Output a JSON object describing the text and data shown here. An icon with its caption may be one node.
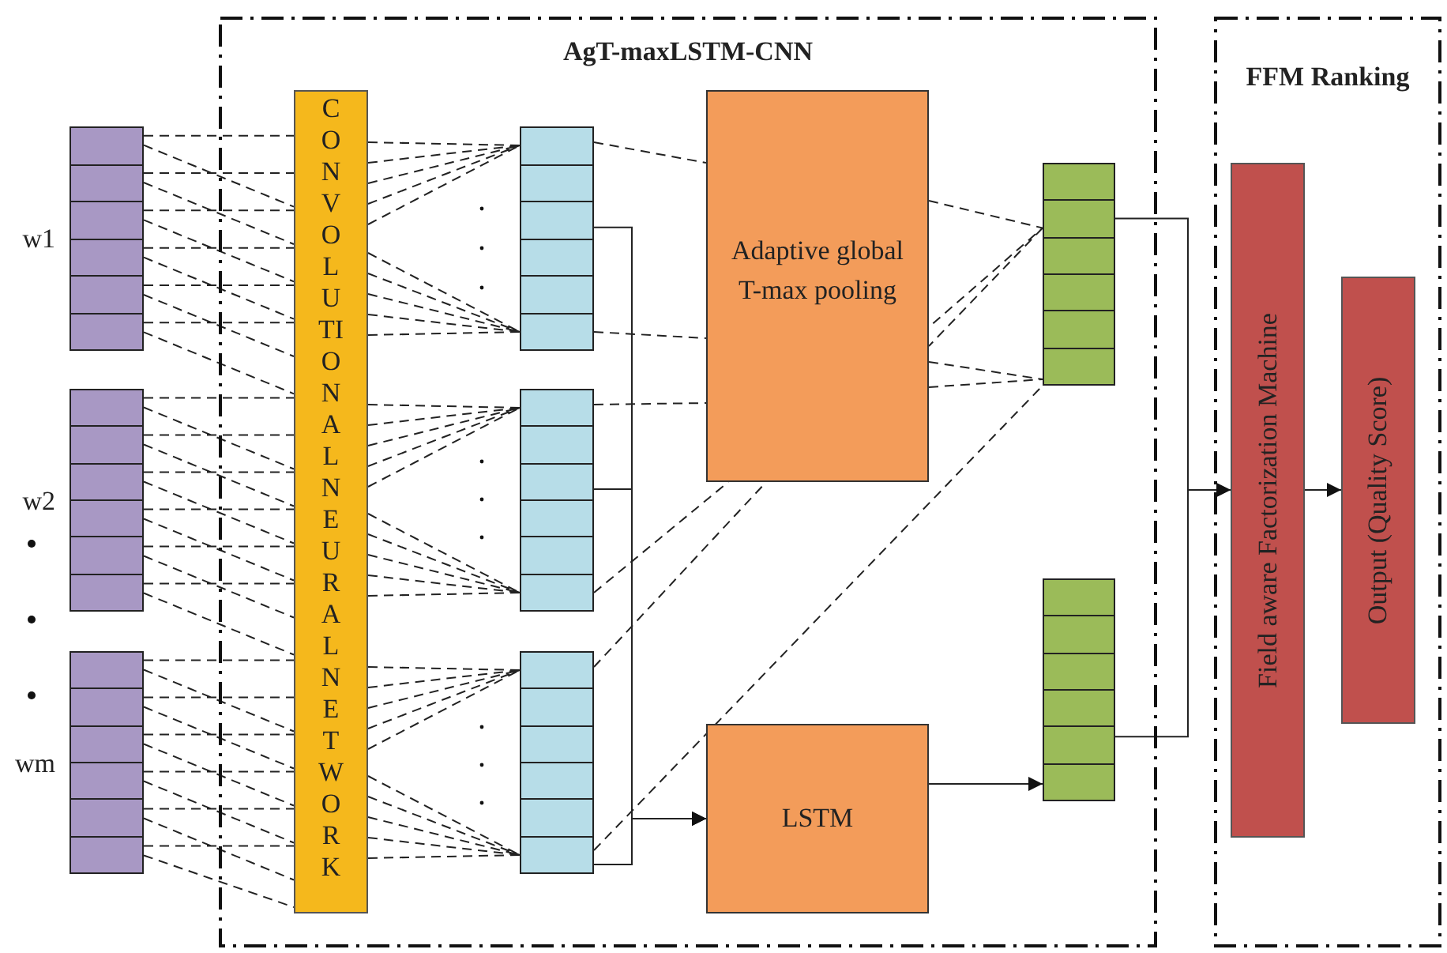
{
  "diagram": {
    "nodes": [
      {
        "text": [
          "AgT-maxLSTM-CNN"
        ]
      },
      {
        "text": [
          "FFM Ranking"
        ]
      },
      {
        "text": [],
        "shape": "box",
        "beside": [
          "w1"
        ]
      },
      {
        "text": [],
        "shape": "box",
        "beside": [
          "w2"
        ]
      },
      {
        "text": [],
        "shape": "box",
        "beside": [
          "wm"
        ]
      },
      {
        "text": [
          "CONVOLUTIONALNEURALNETWORK"
        ],
        "in": 0
      },
      {
        "text": [],
        "shape": "box",
        "in": 0
      },
      {
        "text": [],
        "shape": "box",
        "in": 0
      },
      {
        "text": [],
        "shape": "box",
        "in": 0
      },
      {
        "text": [
          "Adaptive global T-max pooling"
        ],
        "in": 0
      },
      {
        "text": [
          "LSTM"
        ],
        "in": 0
      },
      {
        "text": [],
        "shape": "box",
        "in": 0
      },
      {
        "text": [],
        "shape": "box",
        "in": 0
      },
      {
        "text": [
          "Field aware Factorization Machine"
        ],
        "in": 1
      },
      {
        "text": [
          "Output (Quality Score)"
        ],
        "in": 1
      }
    ],
    "edges": [
      {
        "from": 2,
        "to": 5,
        "arrow": "none",
        "style": "dashed"
      },
      {
        "from": 3,
        "to": 5,
        "arrow": "none",
        "style": "dashed"
      },
      {
        "from": 4,
        "to": 5,
        "arrow": "none",
        "style": "dashed"
      },
      {
        "from": 5,
        "to": 6,
        "arrow": "none",
        "style": "dashed"
      },
      {
        "from": 5,
        "to": 7,
        "arrow": "none",
        "style": "dashed"
      },
      {
        "from": 5,
        "to": 8,
        "arrow": "none",
        "style": "dashed"
      },
      {
        "from": 6,
        "to": 9,
        "arrow": "none",
        "style": "dashed"
      },
      {
        "from": 6,
        "to": 9,
        "arrow": "none",
        "style": "dashed"
      },
      {
        "from": 7,
        "to": 9,
        "arrow": "none",
        "style": "dashed"
      },
      {
        "from": 7,
        "to": 9,
        "arrow": "none",
        "style": "dashed"
      },
      {
        "from": 8,
        "to": 9,
        "arrow": "none",
        "style": "dashed"
      },
      {
        "from": 9,
        "to": 11,
        "arrow": "none",
        "style": "dashed"
      },
      {
        "from": 9,
        "to": 11,
        "arrow": "none",
        "style": "dashed"
      },
      {
        "from": 8,
        "to": 11,
        "arrow": "none",
        "style": "dashed"
      },
      {
        "from": 6,
        "to": 10,
        "arrow": "to"
      },
      {
        "from": 7,
        "to": 10,
        "arrow": "to"
      },
      {
        "from": 8,
        "to": 10,
        "arrow": "to"
      },
      {
        "from": 10,
        "to": 12,
        "arrow": "to"
      },
      {
        "from": 11,
        "to": 13,
        "arrow": "to"
      },
      {
        "from": 12,
        "to": 13,
        "arrow": "to"
      },
      {
        "from": 13,
        "to": 14,
        "arrow": "to"
      }
    ]
  }
}
